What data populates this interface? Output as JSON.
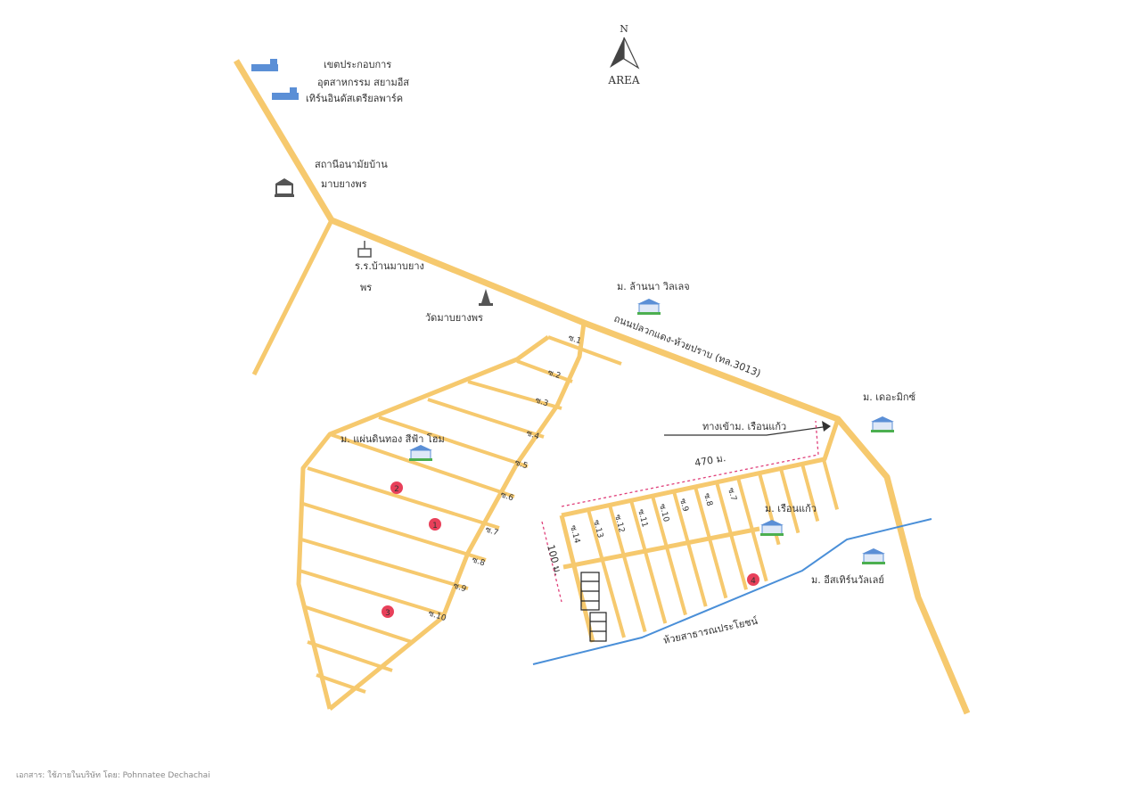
{
  "compass": {
    "north": "N",
    "label": "AREA"
  },
  "places": {
    "industrial_1": "เขตประกอบการ",
    "industrial_2": "อุตสาหกรรม สยามอีส",
    "industrial_3": "เทิร์นอินดัสเตรียลพาร์ค",
    "health_1": "สถานีอนามัยบ้าน",
    "health_2": "มาบยางพร",
    "school_1": "ร.ร.บ้านมาบยาง",
    "school_2": "พร",
    "temple": "วัดมาบยางพร",
    "lanna": "ม. ล้านนา วิลเลจ",
    "main_road": "ถนนปลวกแดง-ห้วยปราบ (ทล.3013)",
    "themix": "ม. เดอะมิกซ์",
    "entrance": "ทางเข้าม. เรือนแก้ว",
    "paendin": "ม. แผ่นดินทอง สีฟ้า โฮม",
    "ruankaew": "ม. เรือนแก้ว",
    "eastern_valley": "ม. อีสเทิร์นวัลเลย์",
    "stream": "ห้วยสาธารณประโยชน์",
    "dist_470": "470 ม.",
    "dist_100": "100 ม."
  },
  "left_sois": [
    "ซ.1",
    "ซ.2",
    "ซ.3",
    "ซ.4",
    "ซ.5",
    "ซ.6",
    "ซ.7",
    "ซ.8",
    "ซ.9",
    "ซ.10"
  ],
  "right_sois": [
    "ซ.14",
    "ซ.13",
    "ซ.12",
    "ซ.11",
    "ซ.10",
    "ซ.9",
    "ซ.8",
    "ซ.7"
  ],
  "markers": [
    "1",
    "2",
    "3",
    "4"
  ],
  "colors": {
    "road": "#f6c96e",
    "stream": "#4a8fd8",
    "marker": "#e8405a",
    "dimension": "#e0407a"
  },
  "footer": "เอกสาร: ใช้ภายในบริษัท โดย: Pohnnatee Dechachai"
}
